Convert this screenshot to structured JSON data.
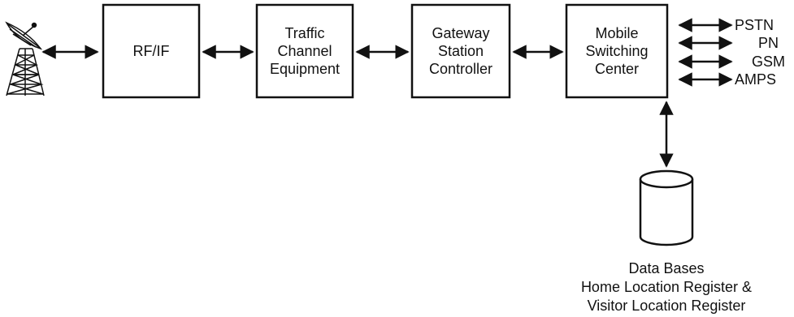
{
  "blocks": [
    {
      "id": "rf",
      "label": "RF/IF"
    },
    {
      "id": "tce",
      "label": "Traffic\nChannel\nEquipment"
    },
    {
      "id": "gsc",
      "label": "Gateway\nStation\nController"
    },
    {
      "id": "msc",
      "label": "Mobile\nSwitching\nCenter"
    }
  ],
  "networks": [
    "PSTN",
    "PN",
    "GSM",
    "AMPS"
  ],
  "database": {
    "line1": "Data Bases",
    "line2": "Home Location Register &",
    "line3": "Visitor Location Register"
  },
  "colors": {
    "stroke": "#111111",
    "background": "#ffffff"
  },
  "icons": {
    "antenna": "satellite-dish-icon",
    "database": "database-cylinder-icon"
  }
}
